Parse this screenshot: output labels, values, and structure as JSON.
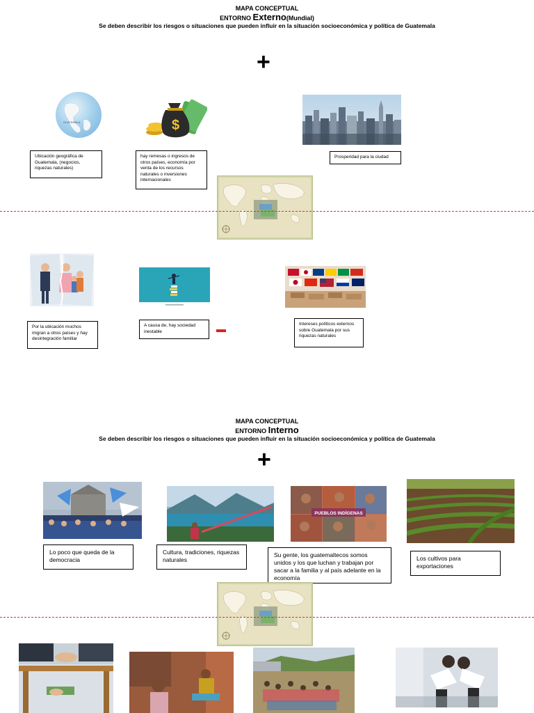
{
  "external": {
    "title": "MAPA CONCEPTUAL",
    "entorno_prefix": "ENTORNO",
    "entorno_main": "Externo",
    "entorno_suffix": "(Mundial)",
    "subtitle": "Se deben describir los riesgos o situaciones  que pueden influir en la situación socioeconómica y política de Guatemala",
    "plus_symbol": "+",
    "globe_label": "GUATEMALA",
    "positives": [
      "Ubicación geográfica de Guatemala, (negocios, riquezas naturales)",
      "hay remesas o ingresos de otros países, economía por venta de los recursos naturales o inversiones internacionales",
      "Prosperidad para la ciudad"
    ],
    "negatives": [
      "Por la ubicación muchos migran a otros países y hay desintegración familiar",
      "A causa de, hay sociedad inestable",
      "Intereses políticos externos sobre Guatemala por sus riquezas naturales"
    ]
  },
  "internal": {
    "title": "MAPA CONCEPTUAL",
    "entorno_prefix": "ENTORNO",
    "entorno_main": "Interno",
    "subtitle": "Se deben describir los riesgos o situaciones  que pueden influir en la situación socioeconómica y política de Guatemala",
    "plus_symbol": "+",
    "pueblos_banner": "PUEBLOS INDÍGENAS",
    "positives": [
      "Lo poco que queda de la democracia",
      "Cultura, tradiciones, riquezas naturales",
      "Su gente, los guatemaltecos somos unidos y los que luchan y trabajan por sacar a la familia y al país adelante en la economía",
      "Los cultivos para exportaciones"
    ]
  },
  "colors": {
    "divider": "#e03030",
    "minus": "#e02020",
    "box_border": "#000000"
  }
}
